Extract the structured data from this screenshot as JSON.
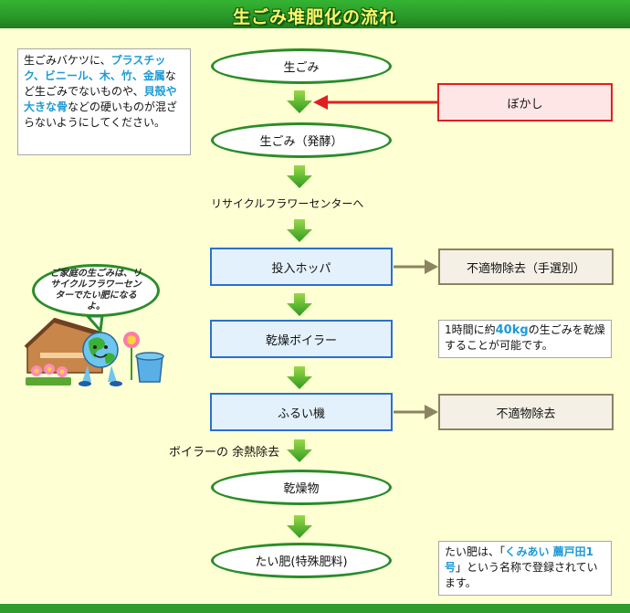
{
  "header": {
    "title": "生ごみ堆肥化の流れ"
  },
  "notes": {
    "bucket": {
      "p1": "生ごみバケツに、",
      "h1": "プラスチック、ビニール、木、竹、金属",
      "p2": "など生ごみでないものや、",
      "h2": "貝殻や大きな骨",
      "p3": "などの硬いものが混ざらないようにしてください。"
    },
    "dry": {
      "p1": "1時間に約",
      "h1": "40kg",
      "p2": "の生ごみを乾燥することが可能です。"
    },
    "compost": {
      "p1": "たい肥は、「",
      "h1": "くみあい 薦戸田1号",
      "p2": "」という名称で登録されています。"
    }
  },
  "flow": {
    "raw": "生ごみ",
    "fermented": "生ごみ（発酵）",
    "to_center": "リサイクルフラワーセンターへ",
    "hopper": "投入ホッパ",
    "boiler": "乾燥ボイラー",
    "sieve": "ふるい機",
    "heat": "ボイラーの 余熱除去",
    "dried": "乾燥物",
    "compost": "たい肥(特殊肥料)"
  },
  "side": {
    "bokashi": "ぼかし",
    "remove1": "不適物除去（手選別）",
    "remove2": "不適物除去"
  },
  "mascot": {
    "speech": "ご家庭の生ごみは、リサイクルフラワーセンターでたい肥になるよ。"
  },
  "colors": {
    "header_green": "#2b9a2a",
    "flow_green": "#2a8c2a",
    "highlight_blue": "#1d9ad6",
    "bokashi_red": "#e02020",
    "process_blue": "#2a6fd2"
  }
}
